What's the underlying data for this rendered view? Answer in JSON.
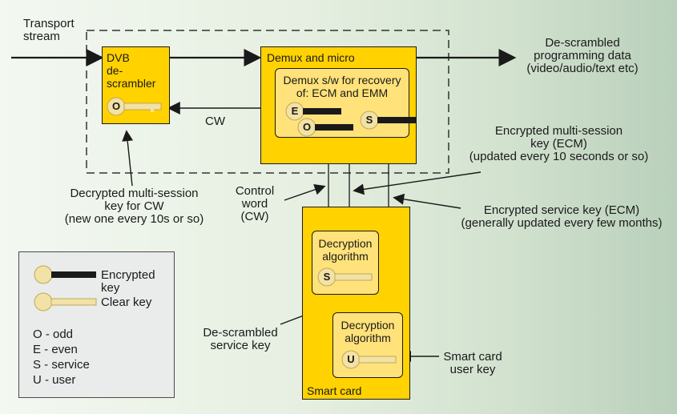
{
  "labels": {
    "transport_stream": "Transport\nstream",
    "dvb_descrambler": "DVB\nde-\nscrambler",
    "demux_micro": "Demux and micro",
    "demux_sw": "Demux s/w for recovery\nof: ECM and EMM",
    "descrambled_output": "De-scrambled\nprogramming data\n(video/audio/text etc)",
    "cw": "CW",
    "encrypted_multisession": "Encrypted multi-session\nkey (ECM)\n(updated every 10 seconds or so)",
    "decrypted_multisession": "Decrypted multi-session\nkey for CW\n(new one every 10s or so)",
    "control_word": "Control\nword\n(CW)",
    "encrypted_service_key": "Encrypted service key (ECM)\n(generally updated every few months)",
    "decryption_algorithm_1": "Decryption\nalgorithm",
    "decryption_algorithm_2": "Decryption\nalgorithm",
    "descrambled_service_key": "De-scrambled\nservice key",
    "smart_card_user_key": "Smart card\nuser key",
    "smart_card": "Smart card"
  },
  "key_letters": {
    "dvb": "O",
    "demux_e": "E",
    "demux_o": "O",
    "demux_s": "S",
    "alg1": "S",
    "alg2": "U"
  },
  "legend": {
    "encrypted_key": "Encrypted key",
    "clear_key": "Clear key",
    "items": [
      "O - odd",
      "E - even",
      "S - service",
      "U - user"
    ]
  },
  "colors": {
    "box_yellow": "#ffd200",
    "inner_yellow": "#ffe27a",
    "key_clear": "#f3e2a6",
    "key_encrypted": "#1a1a1a"
  }
}
